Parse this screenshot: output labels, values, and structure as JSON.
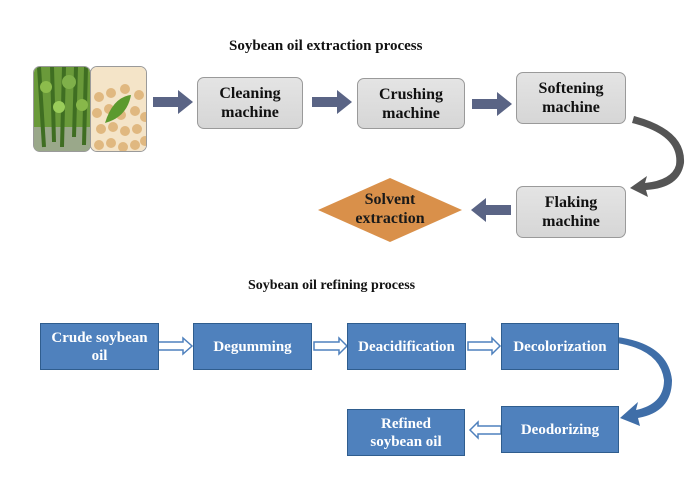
{
  "extraction": {
    "title": "Soybean oil extraction process",
    "images": [
      {
        "name": "soybean-plant-photo",
        "description": "soybean plants"
      },
      {
        "name": "soybeans-photo",
        "description": "soybeans with leaf"
      }
    ],
    "steps": [
      {
        "line1": "Cleaning",
        "line2": "machine"
      },
      {
        "line1": "Crushing",
        "line2": "machine"
      },
      {
        "line1": "Softening",
        "line2": "machine"
      },
      {
        "line1": "Flaking",
        "line2": "machine"
      }
    ],
    "final": {
      "line1": "Solvent",
      "line2": "extraction"
    }
  },
  "refining": {
    "title": "Soybean oil refining process",
    "steps": [
      {
        "line1": "Crude soybean",
        "line2": "oil"
      },
      {
        "line1": "Degumming",
        "line2": ""
      },
      {
        "line1": "Deacidification",
        "line2": ""
      },
      {
        "line1": "Decolorization",
        "line2": ""
      },
      {
        "line1": "Deodorizing",
        "line2": ""
      },
      {
        "line1": "Refined",
        "line2": "soybean oil"
      }
    ]
  },
  "colors": {
    "gray_box": "#dcdcdc",
    "blue_box": "#4f81bd",
    "diamond": "#d9904a",
    "arrow_dark": "#5a6485",
    "curve_gray": "#555555",
    "curve_blue": "#3f6ea8"
  }
}
